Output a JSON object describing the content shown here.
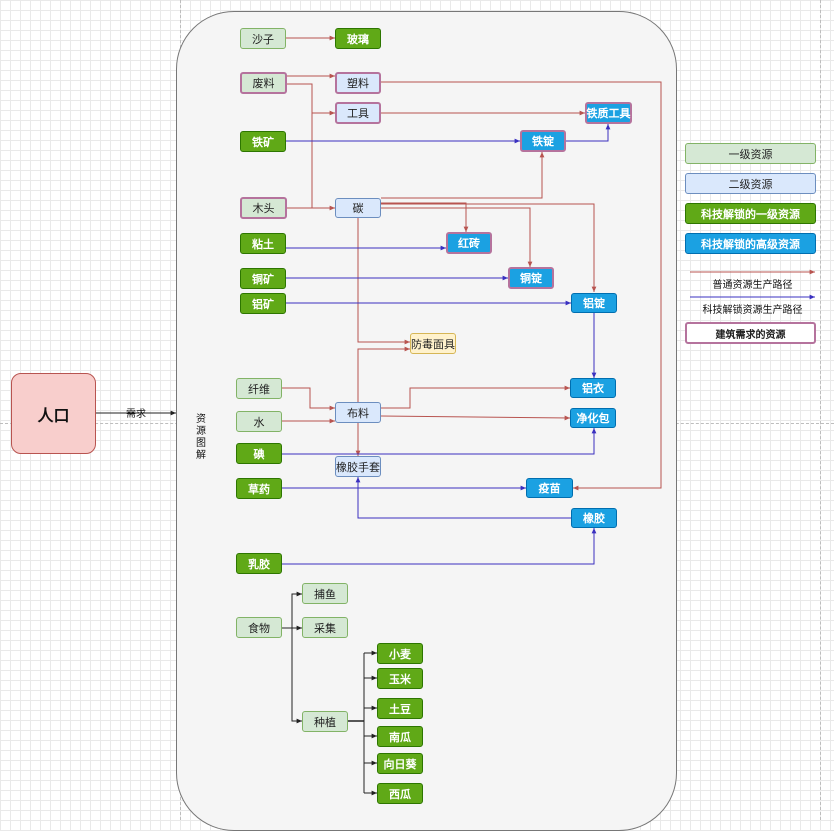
{
  "population": "人口",
  "demand_label": "需求",
  "panel_label": "资源图解",
  "nodes": {
    "sand": "沙子",
    "glass": "玻璃",
    "scrap": "废料",
    "plastic": "塑料",
    "tools": "工具",
    "iron_tools": "铁质工具",
    "iron_ore": "铁矿",
    "iron_ingot": "铁锭",
    "wood": "木头",
    "carbon": "碳",
    "clay": "粘土",
    "red_brick": "红砖",
    "copper_ore": "铜矿",
    "copper_ingot": "铜锭",
    "aluminum_ore": "铝矿",
    "aluminum_ingot": "铝锭",
    "gas_mask": "防毒面具",
    "fiber": "纤维",
    "cloth": "布料",
    "aluminum_suit": "铝衣",
    "water": "水",
    "purification_pack": "净化包",
    "iodine": "碘",
    "rubber_gloves": "橡胶手套",
    "herbs": "草药",
    "vaccine": "疫苗",
    "rubber": "橡胶",
    "latex": "乳胶",
    "food": "食物",
    "fishing": "捕鱼",
    "gathering": "采集",
    "planting": "种植",
    "wheat": "小麦",
    "corn": "玉米",
    "potato": "土豆",
    "pumpkin": "南瓜",
    "sunflower": "向日葵",
    "watermelon": "西瓜"
  },
  "legend": {
    "level1": "一级资源",
    "level2": "二级资源",
    "tech_level1": "科技解锁的一级资源",
    "tech_advanced": "科技解锁的高级资源",
    "normal_path": "普通资源生产路径",
    "tech_path": "科技解锁资源生产路径",
    "building_resource": "建筑需求的资源"
  },
  "colors": {
    "normal_path": "#b85450",
    "tech_path": "#3a30c0",
    "tree_path": "#333333"
  }
}
